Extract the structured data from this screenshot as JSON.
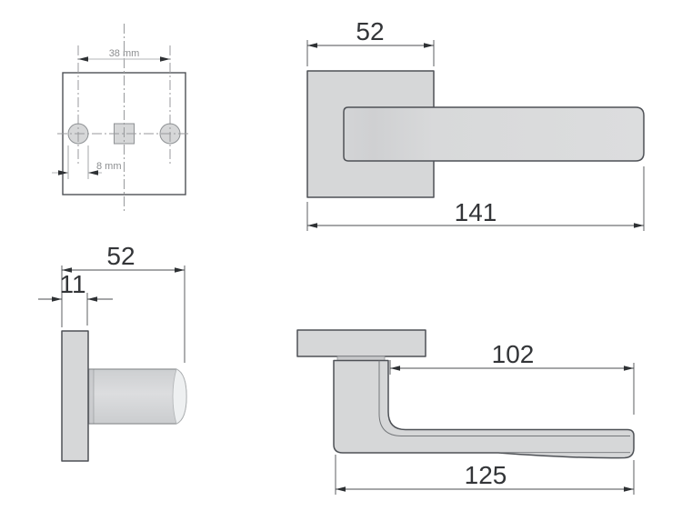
{
  "drawing": {
    "kind": "technical-dimension-drawing",
    "subject": "lever door handle on square rose"
  },
  "colors": {
    "background": "#ffffff",
    "plate_fill": "#ffffff",
    "part_fill": "#d6d7d8",
    "outline": "#4e5156",
    "light_outline": "#8f9295",
    "dim_line": "#4b4e51",
    "dim_light_line": "#b3b5b7",
    "arrow": "#2e3134",
    "text_large": "#333538",
    "text_small": "#8c8e90",
    "centerline": "#989a9c",
    "collar_fill": "#c9cacc",
    "cap_fill": "#eef0f1",
    "detail_line": "#74777a"
  },
  "views": {
    "plate_front": {
      "dims": {
        "hole_spacing": "38 mm",
        "hole_diameter": "8 mm"
      }
    },
    "handle_front": {
      "dims": {
        "rose_width": "52",
        "total_length": "141"
      }
    },
    "rose_side": {
      "dims": {
        "projection": "52",
        "rose_thickness": "11"
      }
    },
    "handle_side": {
      "dims": {
        "grip_length": "102",
        "lever_length": "125"
      }
    }
  }
}
